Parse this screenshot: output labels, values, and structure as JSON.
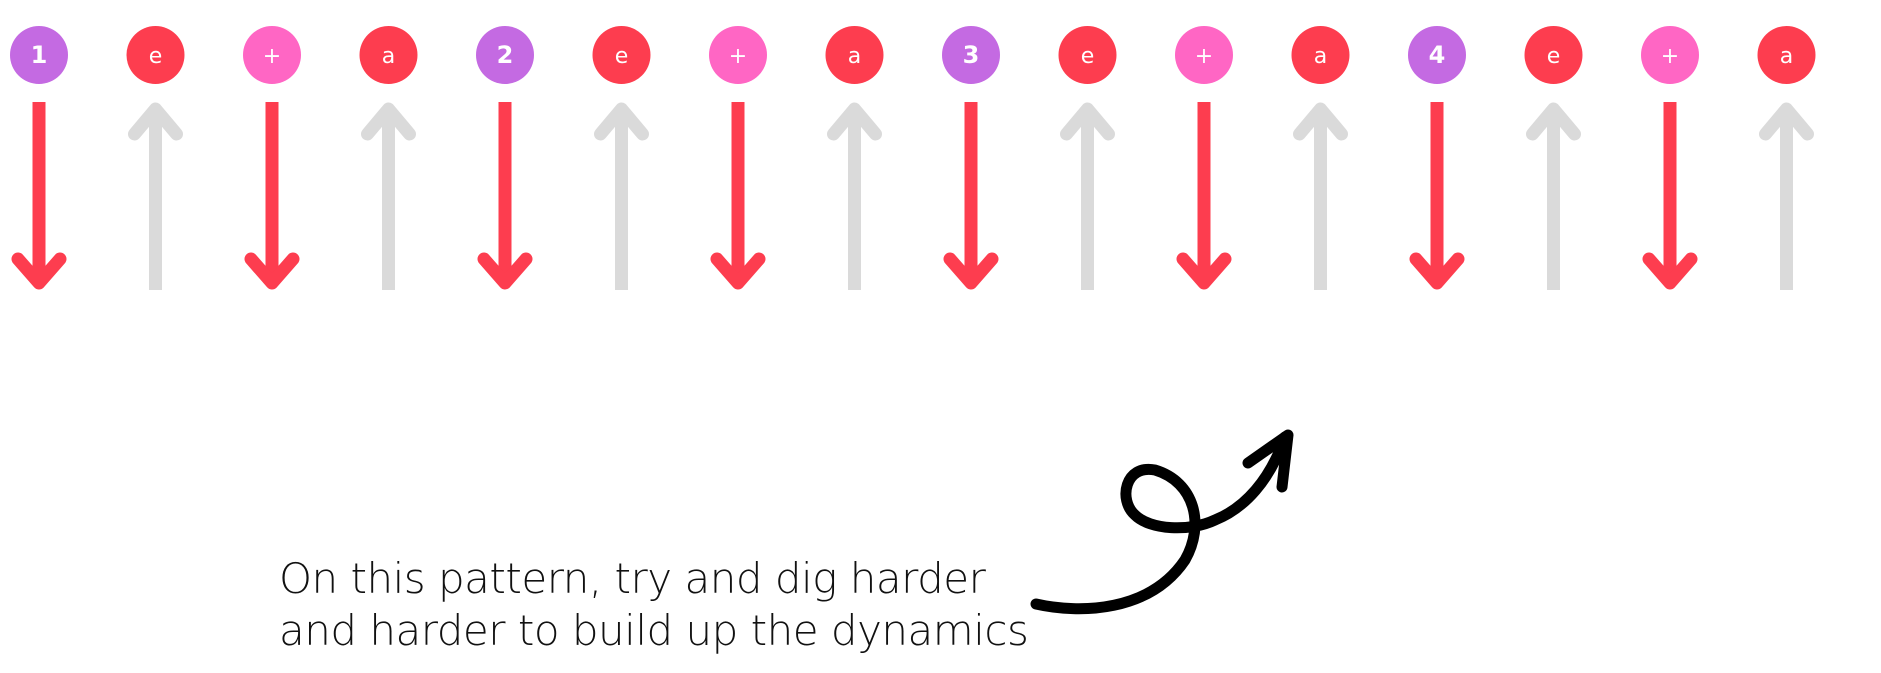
{
  "beats": [
    {
      "label": "1",
      "kind": "count",
      "stroke": "down"
    },
    {
      "label": "e",
      "kind": "e",
      "stroke": "up"
    },
    {
      "label": "+",
      "kind": "and",
      "stroke": "down"
    },
    {
      "label": "a",
      "kind": "a",
      "stroke": "up"
    },
    {
      "label": "2",
      "kind": "count",
      "stroke": "down"
    },
    {
      "label": "e",
      "kind": "e",
      "stroke": "up"
    },
    {
      "label": "+",
      "kind": "and",
      "stroke": "down"
    },
    {
      "label": "a",
      "kind": "a",
      "stroke": "up"
    },
    {
      "label": "3",
      "kind": "count",
      "stroke": "down"
    },
    {
      "label": "e",
      "kind": "e",
      "stroke": "up"
    },
    {
      "label": "+",
      "kind": "and",
      "stroke": "down"
    },
    {
      "label": "a",
      "kind": "a",
      "stroke": "up"
    },
    {
      "label": "4",
      "kind": "count",
      "stroke": "down"
    },
    {
      "label": "e",
      "kind": "e",
      "stroke": "up"
    },
    {
      "label": "+",
      "kind": "and",
      "stroke": "down"
    },
    {
      "label": "a",
      "kind": "a",
      "stroke": "up"
    }
  ],
  "colors": {
    "count": "#c46ae2",
    "e": "#fd3d4f",
    "and": "#ff66c4",
    "a": "#fd3d4f",
    "down": "#fd3d4f",
    "up": "#dadada",
    "squiggle": "#000000"
  },
  "caption": {
    "line1": "On this pattern, try and dig harder",
    "line2": "and harder to build up the dynamics"
  }
}
